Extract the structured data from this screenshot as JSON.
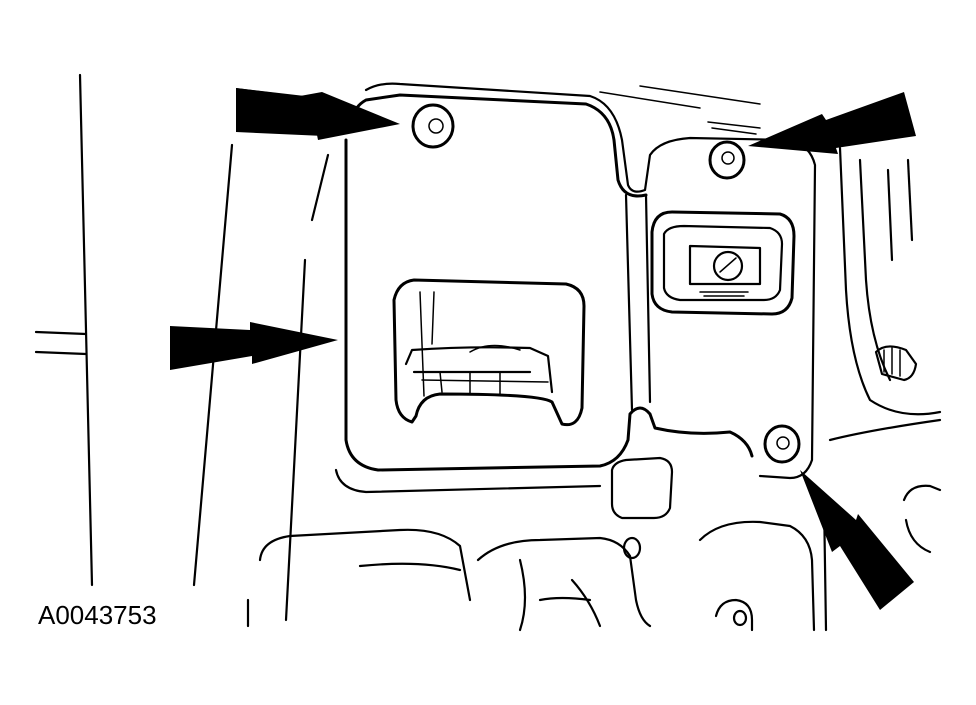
{
  "figure": {
    "id_label": "A0043753"
  },
  "colors": {
    "line": "#000000",
    "background": "#ffffff"
  },
  "arrows": {
    "count": 4,
    "targets": [
      "top-left-fastener",
      "left-panel-edge",
      "top-right-fastener",
      "lower-right-fastener"
    ]
  }
}
